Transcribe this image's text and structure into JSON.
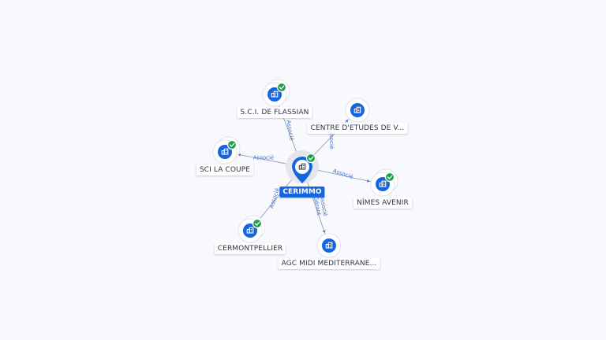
{
  "colors": {
    "node": "#1565e0",
    "check": "#1e9e4a",
    "edge": "#8a93a6",
    "edgeText": "#3f6fd8"
  },
  "center": {
    "label": "CERIMMO",
    "icon": "building-icon",
    "verified": true
  },
  "nodes": [
    {
      "id": "flassian",
      "label": "S.C.I. DE FLASSIAN",
      "verified": true,
      "stacked": true,
      "edge": "Associé"
    },
    {
      "id": "centre",
      "label": "CENTRE D'ETUDES DE V...",
      "verified": false,
      "stacked": false,
      "edge": "Associé"
    },
    {
      "id": "sci-coupe",
      "label": "SCI LA COUPE",
      "verified": true,
      "stacked": true,
      "edge": "Associé"
    },
    {
      "id": "nimes",
      "label": "NÎMES AVENIR",
      "verified": true,
      "stacked": true,
      "edge": "Associé"
    },
    {
      "id": "cermont",
      "label": "CERMONTPELLIER",
      "verified": true,
      "stacked": true,
      "edge": "Associé"
    },
    {
      "id": "agc",
      "label": "AGC MIDI MEDITERRANE...",
      "verified": false,
      "stacked": false,
      "edge": "Gérant\nAssocié"
    }
  ]
}
